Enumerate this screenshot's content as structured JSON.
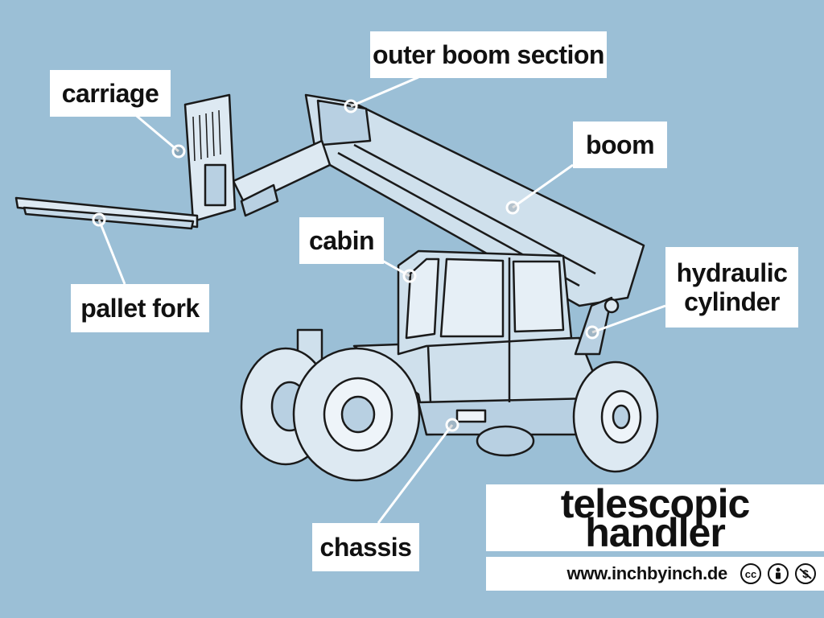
{
  "labels": {
    "outer_boom_section": "outer boom section",
    "carriage": "carriage",
    "boom": "boom",
    "cabin": "cabin",
    "pallet_fork": "pallet fork",
    "hydraulic_line1": "hydraulic",
    "hydraulic_line2": "cylinder",
    "chassis": "chassis"
  },
  "title": "telescopic handler",
  "footer": {
    "url": "www.inchbyinch.de",
    "icons": [
      "creative-commons-icon",
      "attribution-icon",
      "noncommercial-icon"
    ],
    "cc_text": "cc"
  },
  "colors": {
    "background": "#9bbfd6",
    "machine_fill": "#cfe0ec",
    "outline": "#1a1a1a",
    "label_bg": "#ffffff"
  }
}
